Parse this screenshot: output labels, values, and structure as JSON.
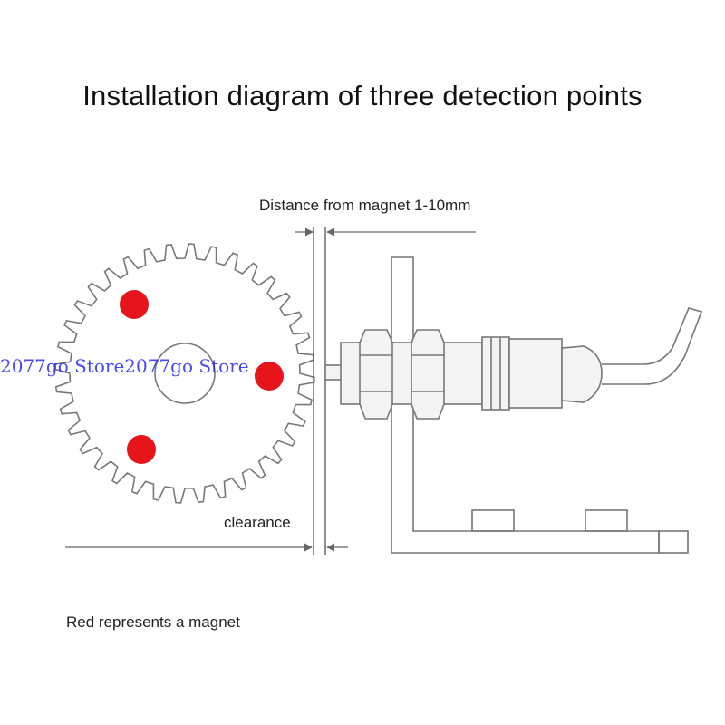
{
  "title": "Installation diagram of three detection points",
  "labels": {
    "distance": "Distance from magnet 1-10mm",
    "clearance": "clearance",
    "legend": "Red represents a magnet"
  },
  "watermark": "2077go Store2077go Store",
  "gear": {
    "teeth": 36
  },
  "magnets": {
    "count": 3,
    "color": "#e8141c"
  },
  "colors": {
    "line": "#777777",
    "sensor_fill": "#f3f3f3",
    "magnet": "#e8141c"
  }
}
